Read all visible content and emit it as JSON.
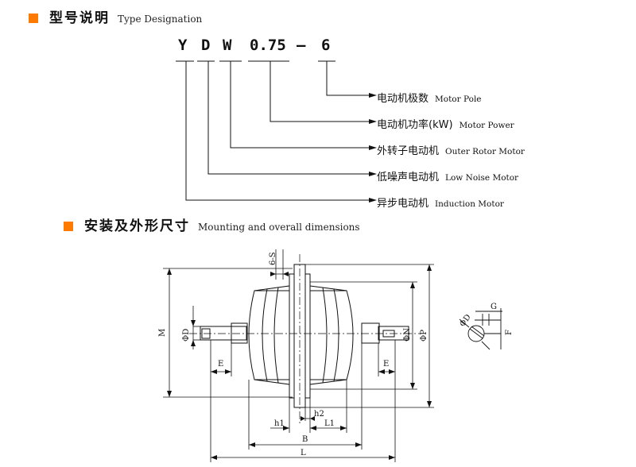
{
  "type_designation": {
    "title_cn": "型号说明",
    "title_en": "Type Designation",
    "code_parts": [
      "Y",
      "D",
      "W",
      "0.75",
      "–",
      "6"
    ],
    "items": [
      {
        "cn": "电动机极数",
        "en": "Motor Pole"
      },
      {
        "cn": "电动机功率(kW)",
        "en": "Motor  Power"
      },
      {
        "cn": "外转子电动机",
        "en": "Outer Rotor Motor"
      },
      {
        "cn": "低噪声电动机",
        "en": "Low Noise Motor"
      },
      {
        "cn": "异步电动机",
        "en": "Induction Motor"
      }
    ]
  },
  "mounting": {
    "title_cn": "安装及外形尺寸",
    "title_en": "Mounting and overall dimensions",
    "dimension_labels": {
      "M": "M",
      "D": "ΦD",
      "N": "ΦN",
      "P": "ΦP",
      "E_left": "E",
      "E_right": "E",
      "S": "6-S",
      "h1": "h1",
      "h2": "h2",
      "L1": "L1",
      "B": "B",
      "L": "L",
      "G": "G",
      "F": "F",
      "D_small": "ΦD"
    }
  },
  "colors": {
    "accent": "#ff7a00",
    "line": "#111111"
  }
}
